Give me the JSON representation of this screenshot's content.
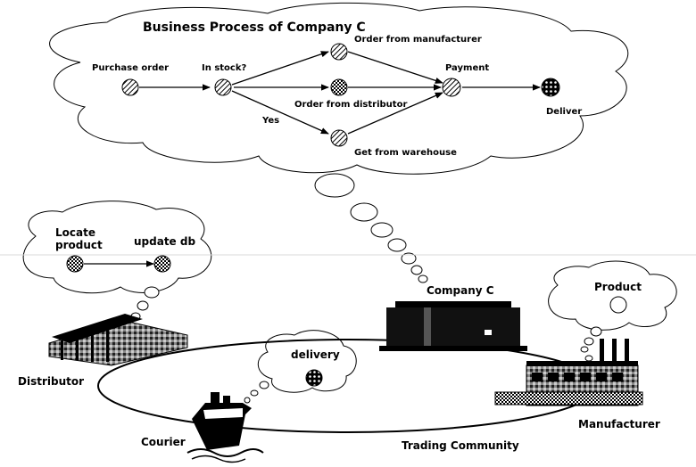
{
  "process": {
    "title": "Business Process of Company C",
    "purchase_order": "Purchase order",
    "in_stock": "In stock?",
    "order_manufacturer": "Order from manufacturer",
    "order_distributor": "Order from distributor",
    "yes": "Yes",
    "get_warehouse": "Get from warehouse",
    "payment": "Payment",
    "deliver": "Deliver"
  },
  "distributor_process": {
    "locate_line1": "Locate",
    "locate_line2": "product",
    "update_db": "update db"
  },
  "community": {
    "company_c": "Company C",
    "product": "Product",
    "delivery": "delivery",
    "distributor": "Distributor",
    "manufacturer": "Manufacturer",
    "courier": "Courier",
    "trading_community": "Trading Community"
  }
}
